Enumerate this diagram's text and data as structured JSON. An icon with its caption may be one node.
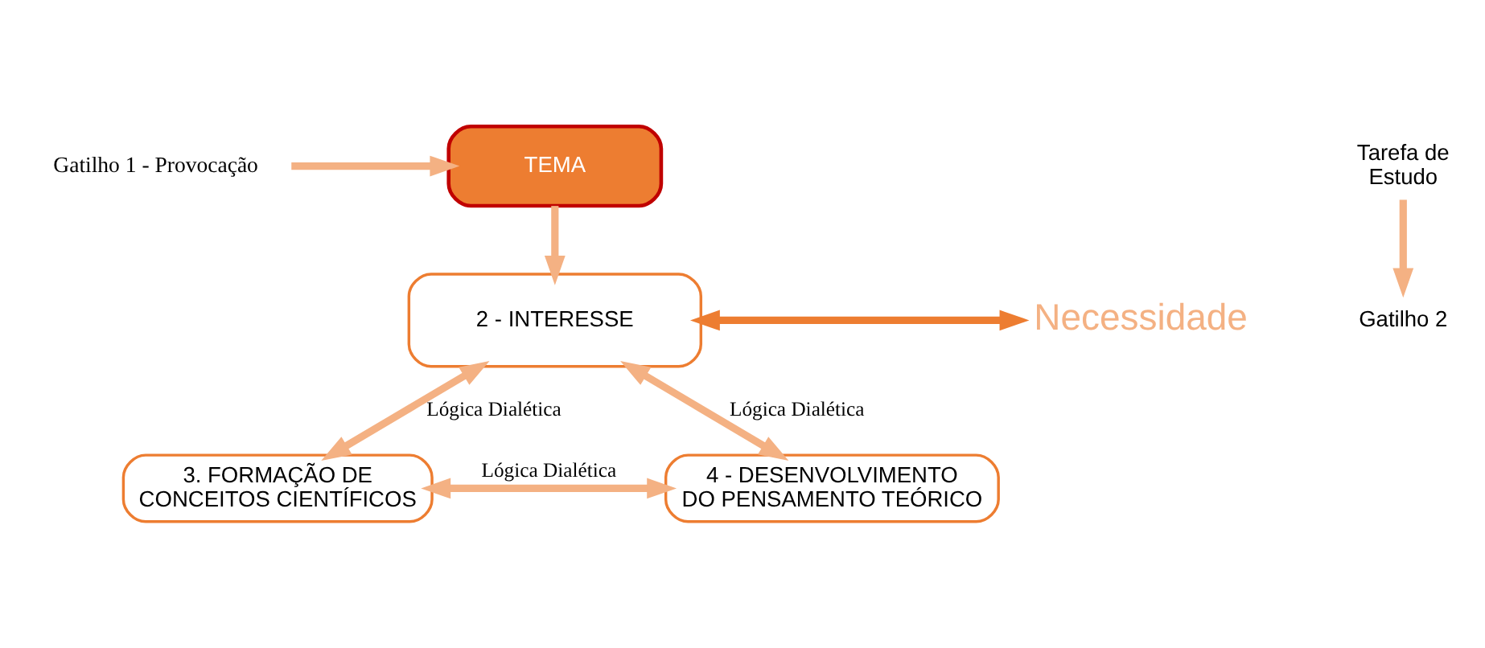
{
  "diagram": {
    "nodes": [
      {
        "text": [
          "Gatilho 1 - Provocação"
        ]
      },
      {
        "text": [
          "TEMA"
        ]
      },
      {
        "text": [
          "2 - INTERESSE"
        ]
      },
      {
        "text": [
          "Necessidade"
        ]
      },
      {
        "text": [
          "3. FORMAÇÃO DE CONCEITOS CIENTÍFICOS"
        ]
      },
      {
        "text": [
          "4 - DESENVOLVIMENTO DO PENSAMENTO TEÓRICO"
        ]
      },
      {
        "text": [
          "Tarefa de Estudo"
        ]
      },
      {
        "text": [
          "Gatilho 2"
        ]
      }
    ],
    "edges": [
      {
        "from": 0,
        "to": 1,
        "arrow": "to"
      },
      {
        "from": 1,
        "to": 2,
        "arrow": "to"
      },
      {
        "from": 2,
        "to": 3,
        "arrow": "both",
        "color": "#ed7d31"
      },
      {
        "from": 2,
        "to": 4,
        "arrow": "both",
        "label": "Lógica Dialética"
      },
      {
        "from": 2,
        "to": 5,
        "arrow": "both",
        "label": "Lógica Dialética"
      },
      {
        "from": 4,
        "to": 5,
        "arrow": "both",
        "label": "Lógica Dialética"
      },
      {
        "from": 6,
        "to": 7,
        "arrow": "to"
      }
    ]
  }
}
